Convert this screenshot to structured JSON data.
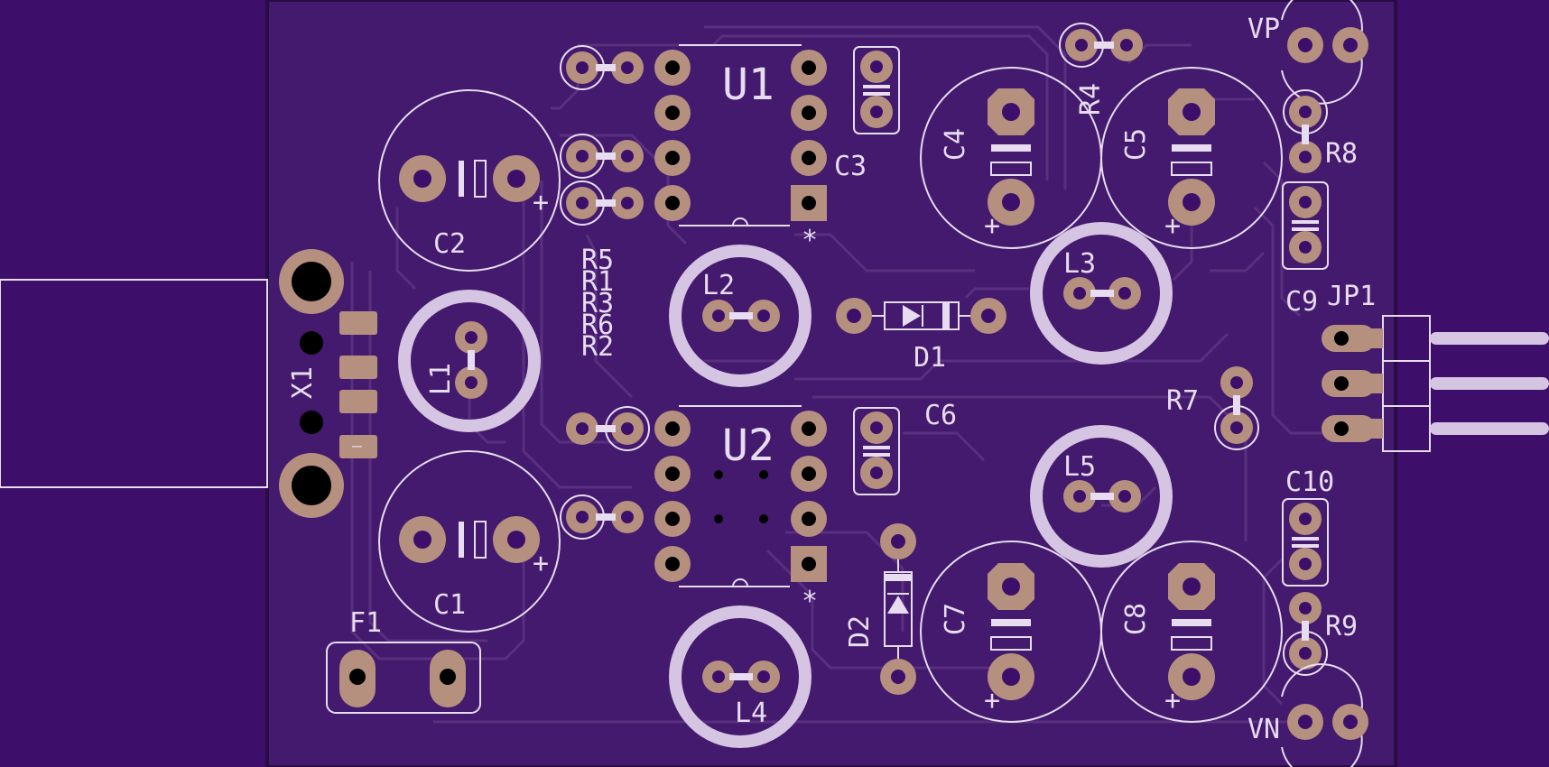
{
  "board": {
    "colors": {
      "background": "#3e0f6a",
      "board": "#431a6d",
      "trace": "#5a2f80",
      "silk": "#e8dcf0",
      "copper": "#b5907f",
      "drill": "#1a1020",
      "pad_dark": "#2a0c45"
    }
  },
  "labels": {
    "u1": "U1",
    "u2": "U2",
    "c1": "C1",
    "c2": "C2",
    "c3": "C3",
    "c4": "C4",
    "c5": "C5",
    "c6": "C6",
    "c7": "C7",
    "c8": "C8",
    "c9": "C9",
    "c10": "C10",
    "l1": "L1",
    "l2": "L2",
    "l3": "L3",
    "l4": "L4",
    "l5": "L5",
    "d1": "D1",
    "d2": "D2",
    "r4": "R4",
    "r7": "R7",
    "r8": "R8",
    "r9": "R9",
    "r5": "R5",
    "r1": "R1",
    "r3": "R3",
    "r6": "R6",
    "r2": "R2",
    "f1": "F1",
    "x1": "X1",
    "jp1": "JP1",
    "vp": "VP",
    "vn": "VN",
    "plus": "+",
    "minus": "—",
    "star": "*"
  }
}
